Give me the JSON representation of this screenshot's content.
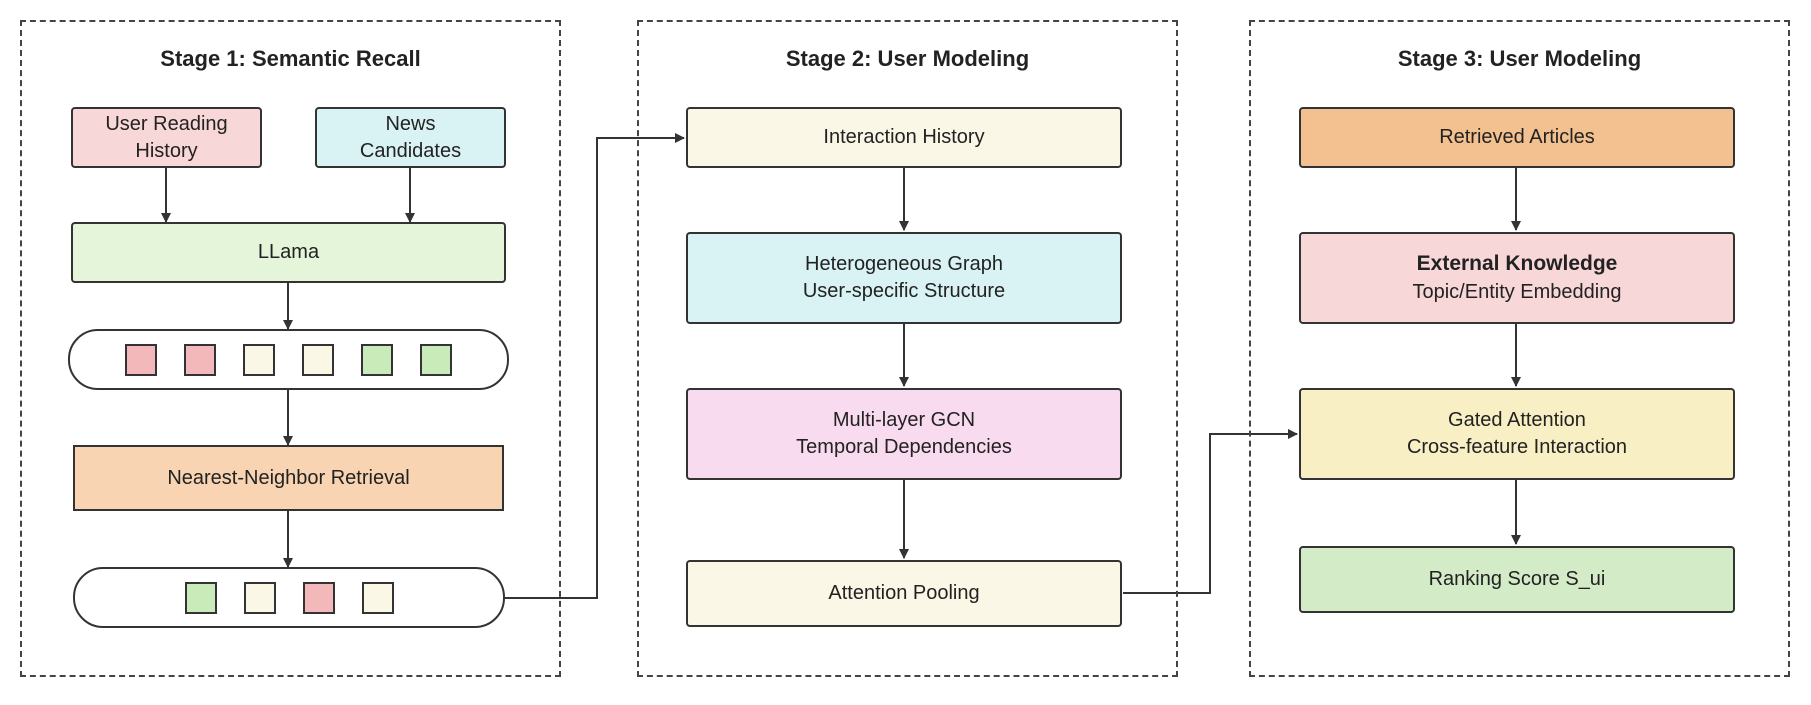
{
  "colors": {
    "pink": "#f8d7d8",
    "cyan": "#d9f3f5",
    "green": "#e4f5d9",
    "cream": "#fbf7e6",
    "orange_light": "#f8d4b2",
    "orange": "#f3c18f",
    "magenta": "#f8dbef",
    "yellow": "#f8f0c4",
    "green_mid": "#d4ebc8",
    "sq_pink": "#f2b8ba",
    "sq_cream": "#fbf7e6",
    "sq_green": "#c9ebb9"
  },
  "stage1": {
    "title": "Stage 1: Semantic Recall",
    "user_history": [
      "User Reading",
      "History"
    ],
    "news_candidates": [
      "News",
      "Candidates"
    ],
    "llm": "LLama",
    "embeddings": [
      "sq_pink",
      "sq_pink",
      "sq_cream",
      "sq_cream",
      "sq_green",
      "sq_green"
    ],
    "retrieval": "Nearest-Neighbor Retrieval",
    "retrieved": [
      "sq_green",
      "sq_cream",
      "sq_pink",
      "sq_cream"
    ]
  },
  "stage2": {
    "title": "Stage 2: User Modeling",
    "interaction_history": "Interaction History",
    "hetero_graph": [
      "Heterogeneous Graph",
      "User-specific Structure"
    ],
    "gcn": [
      "Multi-layer GCN",
      "Temporal Dependencies"
    ],
    "pooling": "Attention Pooling"
  },
  "stage3": {
    "title": "Stage 3: User Modeling",
    "retrieved_articles": "Retrieved Articles",
    "external_knowledge": [
      "External Knowledge",
      "Topic/Entity Embedding"
    ],
    "gated_attention": [
      "Gated Attention",
      "Cross-feature Interaction"
    ],
    "ranking": "Ranking Score S_ui"
  }
}
